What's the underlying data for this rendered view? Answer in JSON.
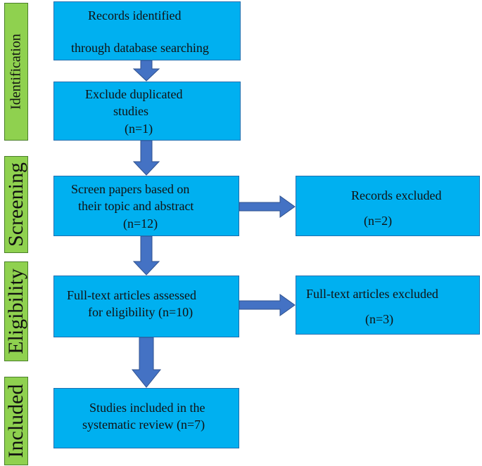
{
  "stages": {
    "identification": "Identification",
    "screening": "Screening",
    "eligibility": "Eligibility",
    "included": "Included"
  },
  "boxes": {
    "records_identified": [
      "Records identified",
      "through database searching"
    ],
    "exclude_duplicates": [
      "Exclude duplicated",
      "studies",
      "(n=1)"
    ],
    "screen_papers": [
      "Screen papers based on",
      "their topic and abstract",
      "(n=12)"
    ],
    "records_excluded": [
      "Records excluded",
      "(n=2)"
    ],
    "fulltext_assessed": [
      "Full-text articles assessed",
      "for eligibility (n=10)"
    ],
    "fulltext_excluded": [
      "Full-text articles excluded",
      "(n=3)"
    ],
    "studies_included": [
      "Studies included in the",
      "systematic review (n=7)"
    ]
  },
  "colors": {
    "box_fill": "#00b0f0",
    "stage_fill": "#8fd14f",
    "arrow_fill": "#4472c4"
  }
}
